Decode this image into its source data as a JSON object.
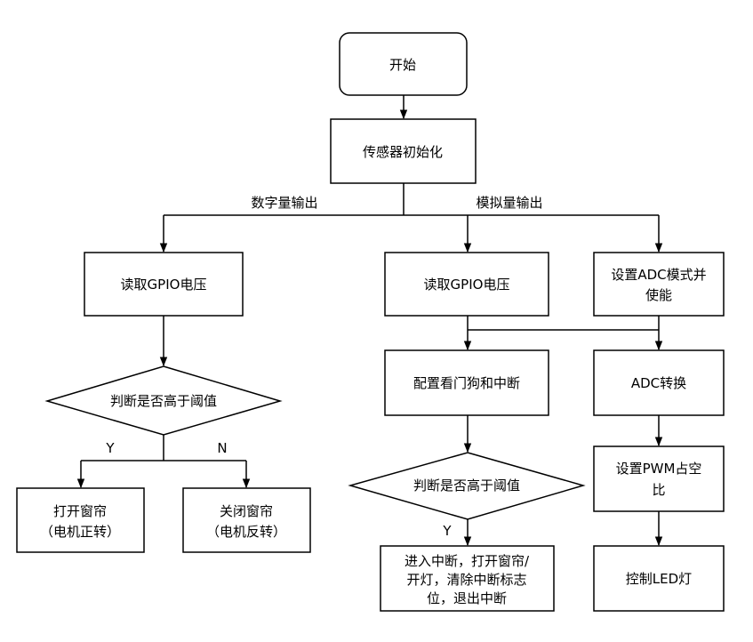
{
  "nodes": {
    "start": "开始",
    "sensor_init": "传感器初始化",
    "read_gpio_left": "读取GPIO电压",
    "judge_left": "判断是否高于阈值",
    "open_curtain": [
      "打开窗帘",
      "（电机正转）"
    ],
    "close_curtain": [
      "关闭窗帘",
      "（电机反转）"
    ],
    "read_gpio_mid": "读取GPIO电压",
    "set_adc": [
      "设置ADC模式并",
      "使能"
    ],
    "config_watchdog": "配置看门狗和中断",
    "adc_convert": "ADC转换",
    "judge_mid": "判断是否高于阈值",
    "set_pwm": [
      "设置PWM占空",
      "比"
    ],
    "interrupt_action": [
      "进入中断，打开窗帘/",
      "开灯，清除中断标志",
      "位，退出中断"
    ],
    "control_led": "控制LED灯"
  },
  "edges": {
    "digital_output": "数字量输出",
    "analog_output": "模拟量输出",
    "yes_left": "Y",
    "no_left": "N",
    "yes_mid": "Y"
  }
}
